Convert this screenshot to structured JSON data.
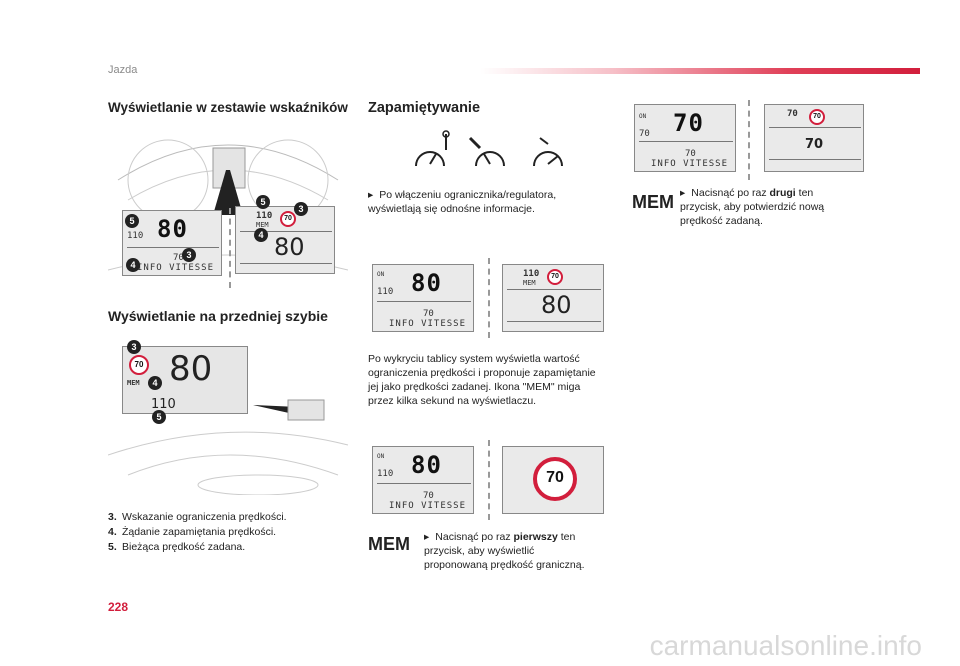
{
  "header": {
    "section": "Jazda",
    "accent_color": "#d21e3c"
  },
  "left": {
    "title_cluster": "Wyświetlanie w zestawie wskaźników",
    "title_windscreen": "Wyświetlanie na przedniej szybie",
    "cluster_lcd": {
      "speed": "80",
      "limit": "110",
      "target": "70",
      "info": "INFO VITESSE"
    },
    "cluster_lcd2": {
      "limit": "110",
      "mem": "MEM",
      "sign": "70",
      "speed": "80"
    },
    "hud": {
      "sign": "70",
      "speed": "80",
      "mem": "MEM",
      "limit": "110"
    },
    "badges": [
      "5",
      "3",
      "4",
      "5",
      "3",
      "4",
      "3",
      "4",
      "5"
    ],
    "legend": [
      {
        "num": "3.",
        "text": "Wskazanie ograniczenia prędkości."
      },
      {
        "num": "4.",
        "text": "Żądanie zapamiętania prędkości."
      },
      {
        "num": "5.",
        "text": "Bieżąca prędkość zadana."
      }
    ]
  },
  "middle": {
    "title": "Zapamiętywanie",
    "bullet1": "Po włączeniu ogranicznika/regulatora, wyświetlają się odnośne informacje.",
    "lcd_a": {
      "speed": "80",
      "on": "ON",
      "limit": "110",
      "target": "70",
      "info": "INFO VITESSE"
    },
    "lcd_b": {
      "limit": "110",
      "mem": "MEM",
      "sign": "70",
      "speed": "80"
    },
    "para": "Po wykryciu tablicy system wyświetla wartość ograniczenia prędkości i proponuje zapamiętanie jej jako prędkości zadanej. Ikona \"MEM\" miga przez kilka sekund na wyświetlaczu.",
    "lcd_c": {
      "speed": "80",
      "on": "ON",
      "limit": "110",
      "target": "70",
      "info": "INFO VITESSE"
    },
    "sign_big": "70",
    "mem_label": "MEM",
    "bullet2_pre": "Nacisnąć po raz ",
    "bullet2_bold": "pierwszy",
    "bullet2_post": " ten przycisk, aby wyświetlić proponowaną prędkość graniczną."
  },
  "right": {
    "lcd_d": {
      "speed": "70",
      "on": "ON",
      "limit": "70",
      "target": "70",
      "info": "INFO VITESSE"
    },
    "lcd_e": {
      "small": "70",
      "sign": "70",
      "speed": "70"
    },
    "mem_label": "MEM",
    "bullet_pre": "Nacisnąć po raz ",
    "bullet_bold": "drugi",
    "bullet_post": " ten przycisk, aby potwierdzić nową prędkość zadaną."
  },
  "footer": {
    "page": "228",
    "watermark": "carmanualsonline.info"
  },
  "icons": [
    "speedometer-icon",
    "speedometer-on-icon",
    "speedometer-fast-icon",
    "bullet-icon"
  ]
}
